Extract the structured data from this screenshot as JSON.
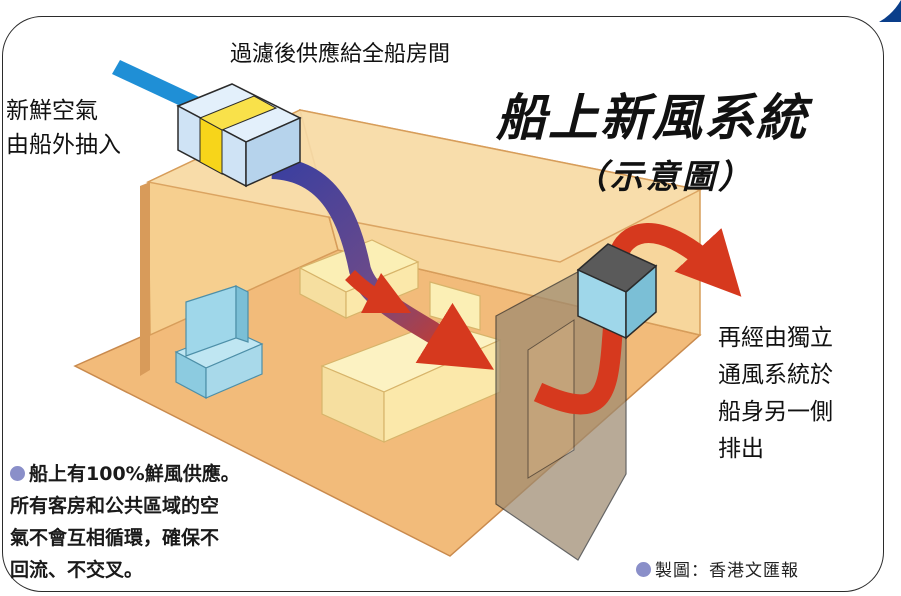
{
  "diagram": {
    "title": "船上新風系統",
    "subtitle": "（示意圖）",
    "label_top": "過濾後供應給全船房間",
    "label_left": [
      "新鮮空氣",
      "由船外抽入"
    ],
    "label_right": [
      "再經由獨立",
      "通風系統於",
      "船身另一側",
      "排出"
    ],
    "note": [
      "船上有100%鮮風供應。",
      "所有客房和公共區域的空",
      "氣不會互相循環，確保不",
      "回流、不交叉。"
    ],
    "credit": "製圖：香港文匯報"
  },
  "colors": {
    "wall": "#f6cf8f",
    "floor": "#f2bb7a",
    "furniture": "#fbefb5",
    "tv": "#9fd7ea",
    "filter": "#cfe3f5",
    "filter_band": "#f7d51a",
    "duct_in": "#1f8fd6",
    "flow_supply": "#3a3fa0",
    "flow_arrow": "#d6391e",
    "bullet": "#8a8fc9",
    "corner_mark": "#0a3e8a"
  },
  "icons": {
    "filter_unit": "filter-box-icon",
    "exhaust_unit": "exhaust-box-icon",
    "bullet": "bullet-dot-icon"
  }
}
